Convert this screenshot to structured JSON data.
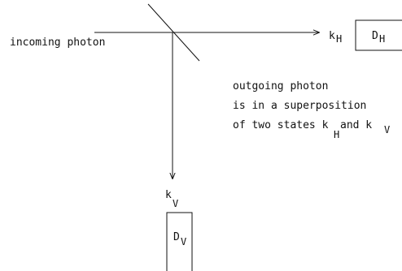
{
  "labels": {
    "incoming": "incoming photon",
    "kH_main": "k",
    "kH_sub": "H",
    "DH_main": "D",
    "DH_sub": "H",
    "kV_main": "k",
    "kV_sub": "V",
    "DV_main": "D",
    "DV_sub": "V"
  },
  "annotation": {
    "line1": "outgoing photon",
    "line2": "is in a superposition",
    "line3_prefix": "of two states k",
    "line3_sub_h": "H",
    "line3_mid": " and k",
    "line3_sub_v": "V"
  }
}
